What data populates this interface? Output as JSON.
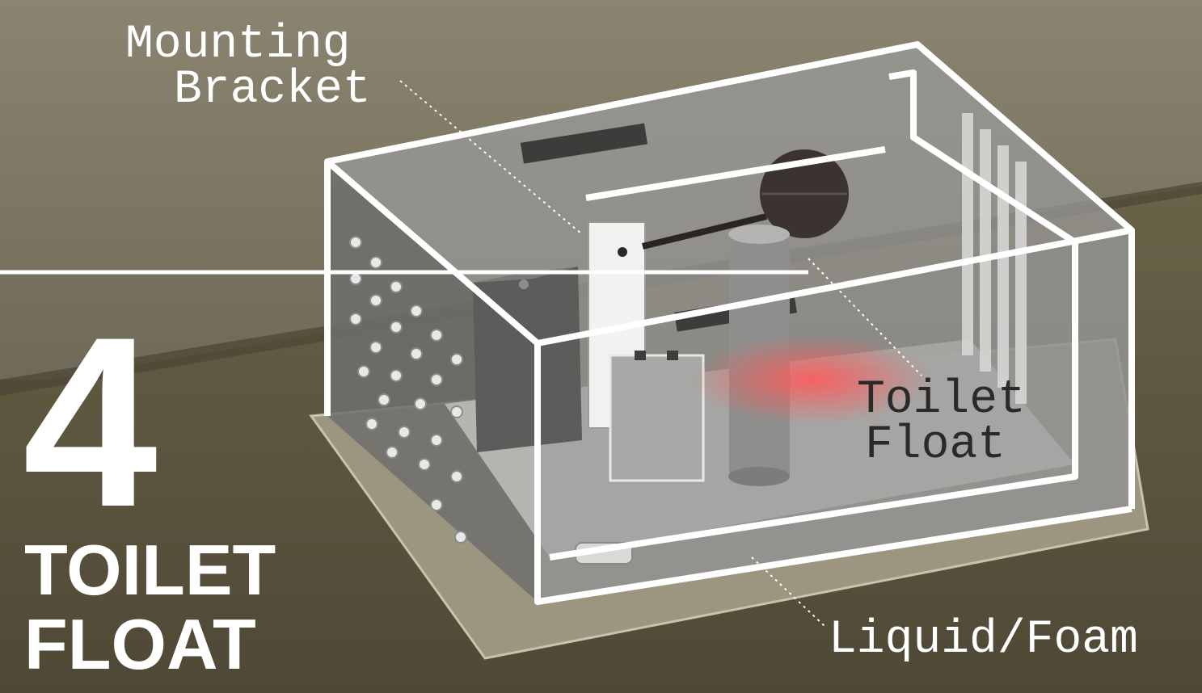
{
  "number": "4",
  "title_line1": "TOILET",
  "title_line2": "FLOAT",
  "labels": {
    "mounting_line1": "Mounting",
    "mounting_line2": "Bracket",
    "float_line1": "Toilet",
    "float_line2": "Float",
    "liquid": "Liquid/Foam"
  },
  "colors": {
    "background": "#6b6450",
    "floor": "#5a5340",
    "box_outline": "#ffffff",
    "float_ball": "#3a3330",
    "heater_glow": "#e05050"
  }
}
